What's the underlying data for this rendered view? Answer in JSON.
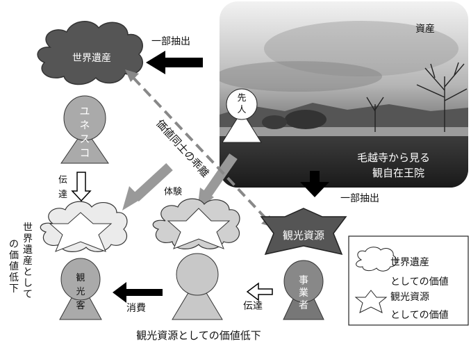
{
  "photo": {
    "label": "資産",
    "caption_line1": "毛越寺から見る",
    "caption_line2": "観自在王院",
    "ancestor_label_line1": "先",
    "ancestor_label_line2": "人"
  },
  "nodes": {
    "world_heritage": "世界遺産",
    "unesco": [
      "ユ",
      "ネ",
      "ス",
      "コ"
    ],
    "tourism_resource": "観光資源",
    "operator": [
      "事",
      "業",
      "者"
    ],
    "tourist": [
      "観",
      "光",
      "客"
    ]
  },
  "arrows": {
    "partial_extract_top": "一部抽出",
    "partial_extract_mid": "一部抽出",
    "value_divergence": "価値同士の乖離",
    "transmit_left": [
      "伝",
      "達"
    ],
    "experience": "体験",
    "transmit_bottom": "伝達",
    "consume": "消費"
  },
  "side_text": {
    "heritage_value_decline": [
      "世",
      "界",
      "遺",
      "産",
      "と",
      "し",
      "て"
    ],
    "heritage_value_decline_2": [
      "の",
      "価",
      "値",
      "低",
      "下"
    ]
  },
  "legend": {
    "cloud_label_1": "世界遺産",
    "cloud_label_2": "としての価値",
    "star_label_1": "観光資源",
    "star_label_2": "としての価値"
  },
  "footer_caption": "観光資源としての価値低下"
}
